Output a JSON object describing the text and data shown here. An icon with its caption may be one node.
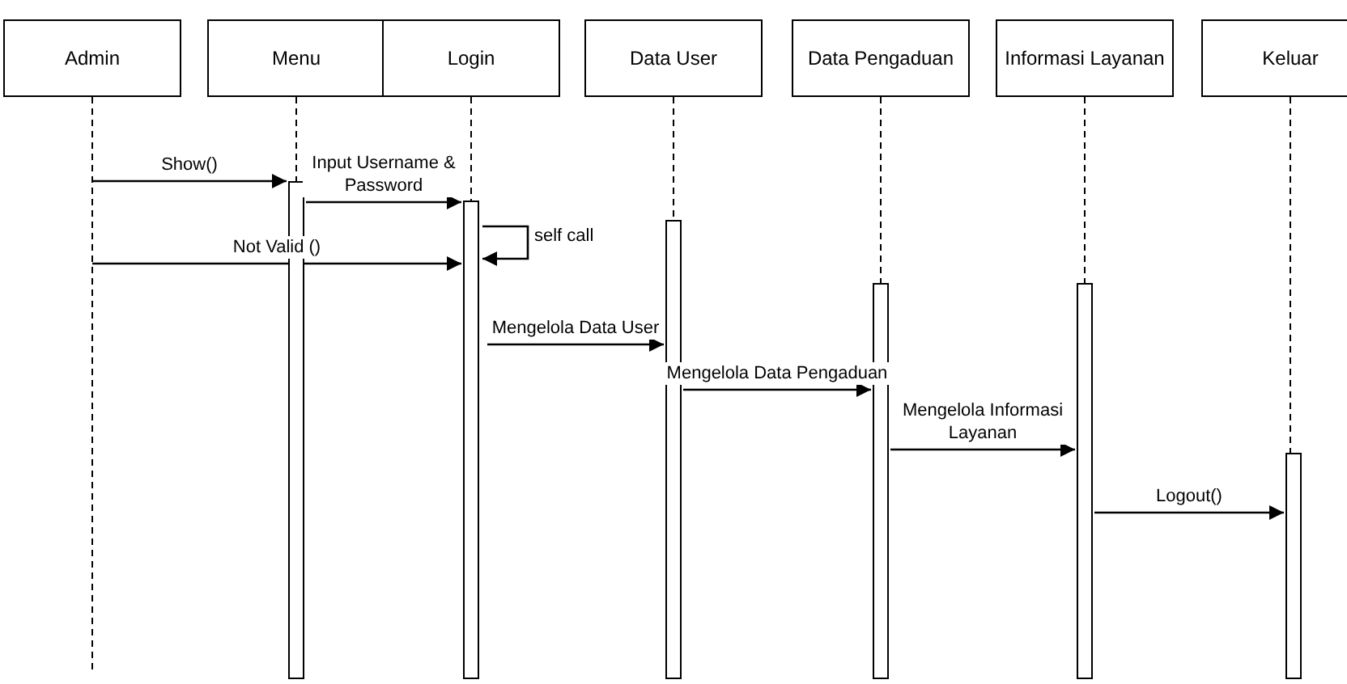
{
  "diagram": {
    "nodes": [
      {
        "text": [
          "Admin"
        ]
      },
      {
        "text": [
          "Menu"
        ]
      },
      {
        "text": [
          "Login"
        ]
      },
      {
        "text": [
          "Data User"
        ]
      },
      {
        "text": [
          "Data Pengaduan"
        ]
      },
      {
        "text": [
          "Informasi Layanan"
        ]
      },
      {
        "text": [
          "Keluar"
        ]
      },
      {
        "text": [],
        "shape": "bar"
      },
      {
        "text": [],
        "shape": "bar"
      },
      {
        "text": [],
        "shape": "bar"
      },
      {
        "text": [],
        "shape": "bar"
      },
      {
        "text": [],
        "shape": "bar"
      },
      {
        "text": [],
        "shape": "bar"
      }
    ],
    "edges": [
      {
        "from": null,
        "to": 7,
        "arrow": "to",
        "label": "Show()"
      },
      {
        "from": 7,
        "to": 8,
        "arrow": "to",
        "label": "Input Username & Password"
      },
      {
        "from": null,
        "to": 8,
        "arrow": "to",
        "label": "Not Valid ()"
      },
      {
        "from": 8,
        "to": 8,
        "arrow": "to",
        "label": "self call"
      },
      {
        "from": 8,
        "to": 9,
        "arrow": "to",
        "label": "Mengelola Data User"
      },
      {
        "from": 9,
        "to": 10,
        "arrow": "to",
        "label": "Mengelola Data Pengaduan"
      },
      {
        "from": 10,
        "to": 11,
        "arrow": "to",
        "label": "Mengelola Informasi Layanan"
      },
      {
        "from": 11,
        "to": 12,
        "arrow": "to",
        "label": "Logout()"
      },
      {
        "from": 0,
        "to": null,
        "arrow": "none",
        "style": "dashed"
      },
      {
        "from": 1,
        "to": 7,
        "arrow": "none",
        "style": "dashed"
      },
      {
        "from": 2,
        "to": 8,
        "arrow": "none",
        "style": "dashed"
      },
      {
        "from": 3,
        "to": 9,
        "arrow": "none",
        "style": "dashed"
      },
      {
        "from": 4,
        "to": 10,
        "arrow": "none",
        "style": "dashed"
      },
      {
        "from": 5,
        "to": 11,
        "arrow": "none",
        "style": "dashed"
      },
      {
        "from": 6,
        "to": 12,
        "arrow": "none",
        "style": "dashed"
      }
    ]
  }
}
